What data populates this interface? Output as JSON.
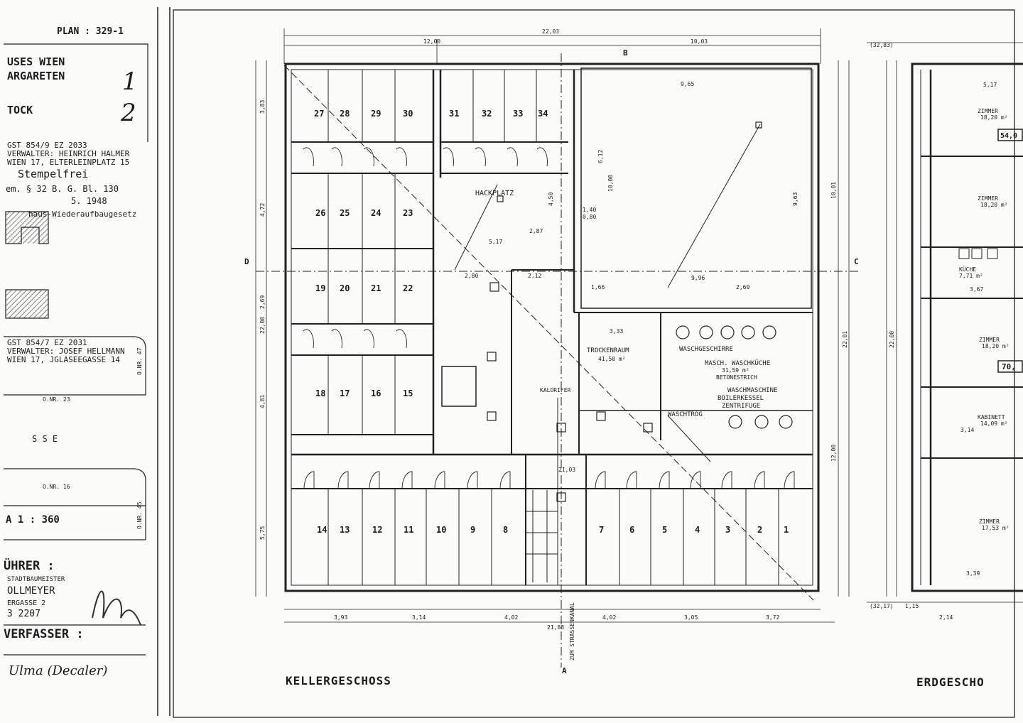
{
  "title_block": {
    "plan_no": "PLAN : 329-1",
    "line1": "USES WIEN",
    "line2": "ARGARETEN",
    "line3": "TOCK",
    "pencil_num1": "1",
    "pencil_num2": "2",
    "owner1": [
      "GST 854/9  EZ 2033",
      "VERWALTER: HEINRICH HALMER",
      "WIEN 17, ELTERLEINPLATZ 15"
    ],
    "stamp1": [
      "Stempelfrei",
      "em. § 32 B. G. Bl. 130",
      "5. 1948",
      "haus-Wiederaufbaugesetz"
    ],
    "owner2": [
      "GST 854/7  EZ 2031",
      "VERWALTER: JOSEF HELLMANN",
      "WIEN 17, JGLASEEGASSE 14"
    ],
    "onr_47": "O.NR. 47",
    "onr_23": "O.NR. 23",
    "street": "S  S  E",
    "onr_16": "O.NR. 16",
    "onr_45": "O.NR. 45",
    "scale": "A 1 : 360",
    "fuehrer": "ÜHRER :",
    "builder": [
      "STADTBAUMEISTER",
      "OLLMEYER",
      "ERGASSE 2",
      "3 2207"
    ],
    "verfasser": "VERFASSER :",
    "signature": "Ulma (Decaler)"
  },
  "main_plan": {
    "title": "KELLERGESCHOSS",
    "section_B": "B",
    "section_A": "A",
    "section_C": "C",
    "section_D": "D",
    "hackplatz": "HACKPLATZ",
    "trockenraum": [
      "TROCKENRAUM",
      "41,50 m²"
    ],
    "waschgeschirre": "WASCHGESCHIRRE",
    "waschkueche": [
      "MASCH. WASCHKÜCHE",
      "31,59 m²",
      "BETONESTRICH"
    ],
    "waschmaschine": [
      "WASCHMASCHINE",
      "BOILERKESSEL",
      "ZENTRIFUGE"
    ],
    "waschtrog": "WASCHTROG",
    "kalorifer": "KALORIFER",
    "kanal": "ZUM STRASSENKANAL",
    "top_dims": [
      "22,03",
      "12,00",
      "10,03"
    ],
    "bottom_dims": [
      "3,93",
      "3,14",
      "4,02",
      "4,02",
      "3,05",
      "3,72"
    ],
    "bottom_total": "21,88",
    "left_total": "22,00",
    "right_total": "22,01",
    "right_dims": [
      "10,01",
      "12,00"
    ],
    "left_dims": [
      "3,83",
      "4,72",
      "2,69",
      "4,81",
      "5,75"
    ],
    "rooms_row1": [
      "27",
      "28",
      "29",
      "30",
      "31",
      "32",
      "33",
      "34"
    ],
    "rooms_row2": [
      "26",
      "25",
      "24",
      "23"
    ],
    "rooms_row3": [
      "19",
      "20",
      "21",
      "22"
    ],
    "rooms_row4": [
      "18",
      "17",
      "16",
      "15"
    ],
    "rooms_bottom_left": [
      "14",
      "13",
      "12",
      "11",
      "10",
      "9",
      "8"
    ],
    "rooms_bottom_right": [
      "7",
      "6",
      "5",
      "4",
      "3",
      "2",
      "1"
    ],
    "misc_dims": [
      "9,65",
      "6,12",
      "10,00",
      "9,63",
      "4,50",
      "2,87",
      "5,17",
      "2,80",
      "2,12",
      "3,33",
      "9,96",
      "1,66",
      "2,60",
      "21,03",
      "1,40",
      "0,80"
    ]
  },
  "right_plan": {
    "title": "ERDGESCHO",
    "level_top": "(32,83)",
    "level_bottom": "(32,17)",
    "rooms": [
      {
        "name": "ZIMMER",
        "area": "18,20 m²"
      },
      {
        "name": "ZIMMER",
        "area": "18,20 m²"
      },
      {
        "name": "KÜCHE",
        "area": "7,71 m²"
      },
      {
        "name": "ZIMMER",
        "area": "18,20 m²"
      },
      {
        "name": "KABINETT",
        "area": "14,09 m²"
      },
      {
        "name": "ZIMMER",
        "area": "17,53 m²"
      }
    ],
    "badges": [
      "54,0",
      "70,"
    ],
    "dims": [
      "5,17",
      "3,67",
      "3,14",
      "3,39",
      "2,14",
      "22,00",
      "1,15"
    ]
  }
}
